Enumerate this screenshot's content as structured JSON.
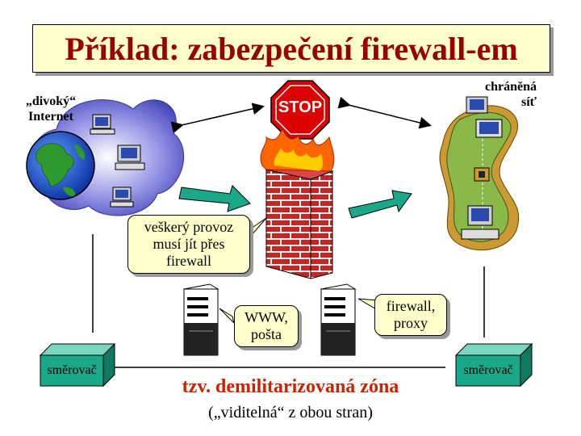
{
  "title": "Příklad: zabezpečení firewall-em",
  "internet": {
    "line1": "„divoký“",
    "line2": "Internet"
  },
  "protected": {
    "line1": "chráněná",
    "line2": "síť"
  },
  "stop_sign": "STOP",
  "bubbles": {
    "traffic": [
      "veškerý provoz",
      "musí jít přes",
      "firewall"
    ],
    "www": [
      "WWW,",
      "pošta"
    ],
    "firewall": [
      "firewall,",
      "proxy"
    ]
  },
  "routers": {
    "left": "směrovač",
    "right": "směrovač"
  },
  "zone": {
    "title": "tzv. demilitarizovaná zóna",
    "subtitle": "(„viditelná“ z obou stran)"
  },
  "colors": {
    "title": "#990000",
    "title_bg": "#ffffcc",
    "router": "#1aa88a",
    "arrow": "#1aa88a",
    "zone_title": "#cc2200",
    "brick": "#cc2222",
    "stop": "#dd0000",
    "globe_ocean": "#1e50c8",
    "globe_land": "#2e9a2e",
    "cloud": "#6a6ad0",
    "network": "#8ab94a"
  }
}
